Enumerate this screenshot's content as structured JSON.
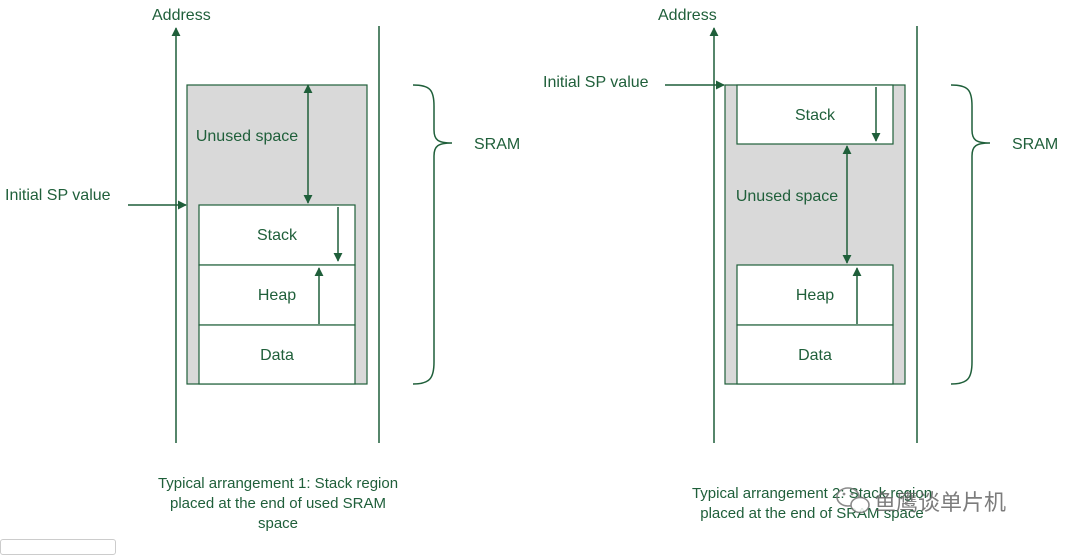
{
  "colors": {
    "line": "#1f5f3a",
    "sram_fill": "#d9d9d9",
    "box_fill": "#ffffff"
  },
  "left": {
    "address": "Address",
    "initial_sp": "Initial SP value",
    "unused": "Unused space",
    "stack": "Stack",
    "heap": "Heap",
    "data": "Data",
    "sram": "SRAM",
    "caption": [
      "Typical arrangement 1: Stack region",
      "placed at the end of used SRAM",
      "space"
    ]
  },
  "right": {
    "address": "Address",
    "initial_sp": "Initial SP value",
    "unused": "Unused space",
    "stack": "Stack",
    "heap": "Heap",
    "data": "Data",
    "sram": "SRAM",
    "caption": [
      "Typical arrangement 2: Stack region",
      "placed at the end of SRAM space"
    ]
  },
  "watermark": {
    "icon": "wechat-icon",
    "text": "鱼鹰谈单片机"
  }
}
